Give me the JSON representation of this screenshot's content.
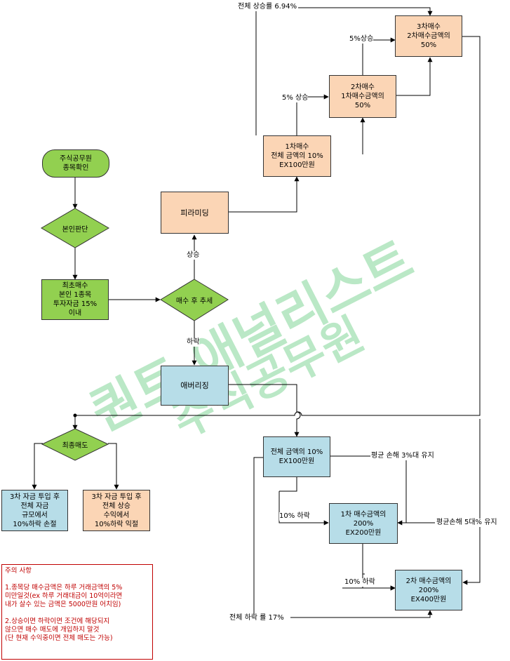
{
  "watermark": {
    "line1": "퀀트 애널리스트",
    "line2": "주식공무원",
    "color": "#5ac878"
  },
  "colors": {
    "orange": "#fbd5b5",
    "blue": "#b7dde8",
    "green": "#92d050",
    "note_red": "#c00000"
  },
  "nodes": {
    "start": "주식공무원\n종목확인",
    "self_judge": "본인판단",
    "first_buy": "최초매수\n본인 1종목\n투자자금 15%\n이내",
    "trend": "매수 후 추세",
    "pyramid": "피라미딩",
    "averaging": "애버리징",
    "buy1": "1차매수\n전체 금액의 10%\nEX100만원",
    "buy2": "2차매수\n1차매수금액의\n50%",
    "buy3": "3차매수\n2차매수금액의\n50%",
    "final_sell": "최종매도",
    "stop_loss": "3차 자금 투입 후\n전체 자금\n규모에서\n10%하락 손절",
    "take_profit": "3차 자금 투입 후\n전체 상승\n수익에서\n10%하락 익절",
    "avg1": "전체 금액의 10%\nEX100만원",
    "avg2": "1차 매수금액의\n200%\nEX200만원",
    "avg3": "2차 매수금액의\n200%\nEX400만원"
  },
  "labels": {
    "total_rise": "전체 상승률 6.94%",
    "rise_5_top": "5%상승",
    "rise_5_mid": "5% 상승",
    "up": "상승",
    "down": "하락",
    "avg_loss_3": "평균 손해 3%대 유지",
    "drop_10_a": "10% 하락",
    "avg_loss_5": "평균손해 5대% 유지",
    "drop_10_b": "10% 하락",
    "total_drop": "전체 하락 률 17%"
  },
  "note": {
    "title": "주의 사항",
    "item1": "1.종목당 매수금액은 하루 거래금액의 5%\n미만일것(ex 하루 거래대금이 10억이라면\n내가 살수 있는 금액은 5000만원 어치임)",
    "item2": "2.상승이면 하락이면 조건에 해당되지\n않으면 매수 매도에 개입하지 말것\n(단 현재 수익중이면 전체 매도는 가능)"
  }
}
